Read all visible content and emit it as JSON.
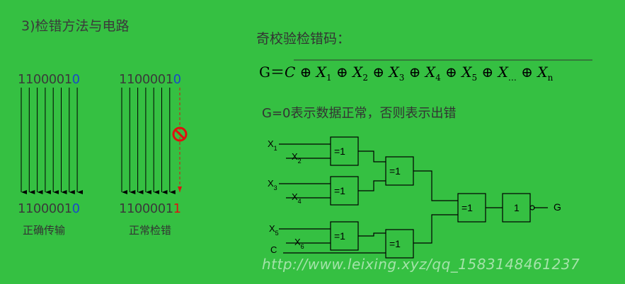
{
  "title": "3)检错方法与电路",
  "left_demo": {
    "sent_prefix": "1100001",
    "sent_last": "0",
    "received_prefix": "1100001",
    "received_last": "0",
    "caption": "正确传输"
  },
  "right_demo": {
    "sent_prefix": "1100001",
    "sent_last": "0",
    "received_prefix": "1100001",
    "received_last": "1",
    "caption": "正常检错"
  },
  "parity": {
    "heading": "奇校验检错码：",
    "lhs": "G＝",
    "terms": [
      {
        "base": "C",
        "sub": ""
      },
      {
        "base": "X",
        "sub": "1"
      },
      {
        "base": "X",
        "sub": "2"
      },
      {
        "base": "X",
        "sub": "3"
      },
      {
        "base": "X",
        "sub": "4"
      },
      {
        "base": "X",
        "sub": "5"
      },
      {
        "base": "X",
        "sub": "…"
      },
      {
        "base": "X",
        "sub": "n"
      }
    ],
    "note": "G=0表示数据正常，否则表示出错"
  },
  "circuit": {
    "inputs": [
      {
        "label": "X",
        "sub": "1"
      },
      {
        "label": "X",
        "sub": "2"
      },
      {
        "label": "X",
        "sub": "3"
      },
      {
        "label": "X",
        "sub": "4"
      },
      {
        "label": "X",
        "sub": "5"
      },
      {
        "label": "X",
        "sub": "6"
      },
      {
        "label": "C",
        "sub": ""
      }
    ],
    "xor_label": "=1",
    "not_label": "1",
    "output": "G"
  },
  "watermark": "http://www.leixing.xyz/qq_1583148461237",
  "colors": {
    "background": "#35c042",
    "blue_bit": "#1a49c8",
    "red_bit": "#e01010"
  }
}
